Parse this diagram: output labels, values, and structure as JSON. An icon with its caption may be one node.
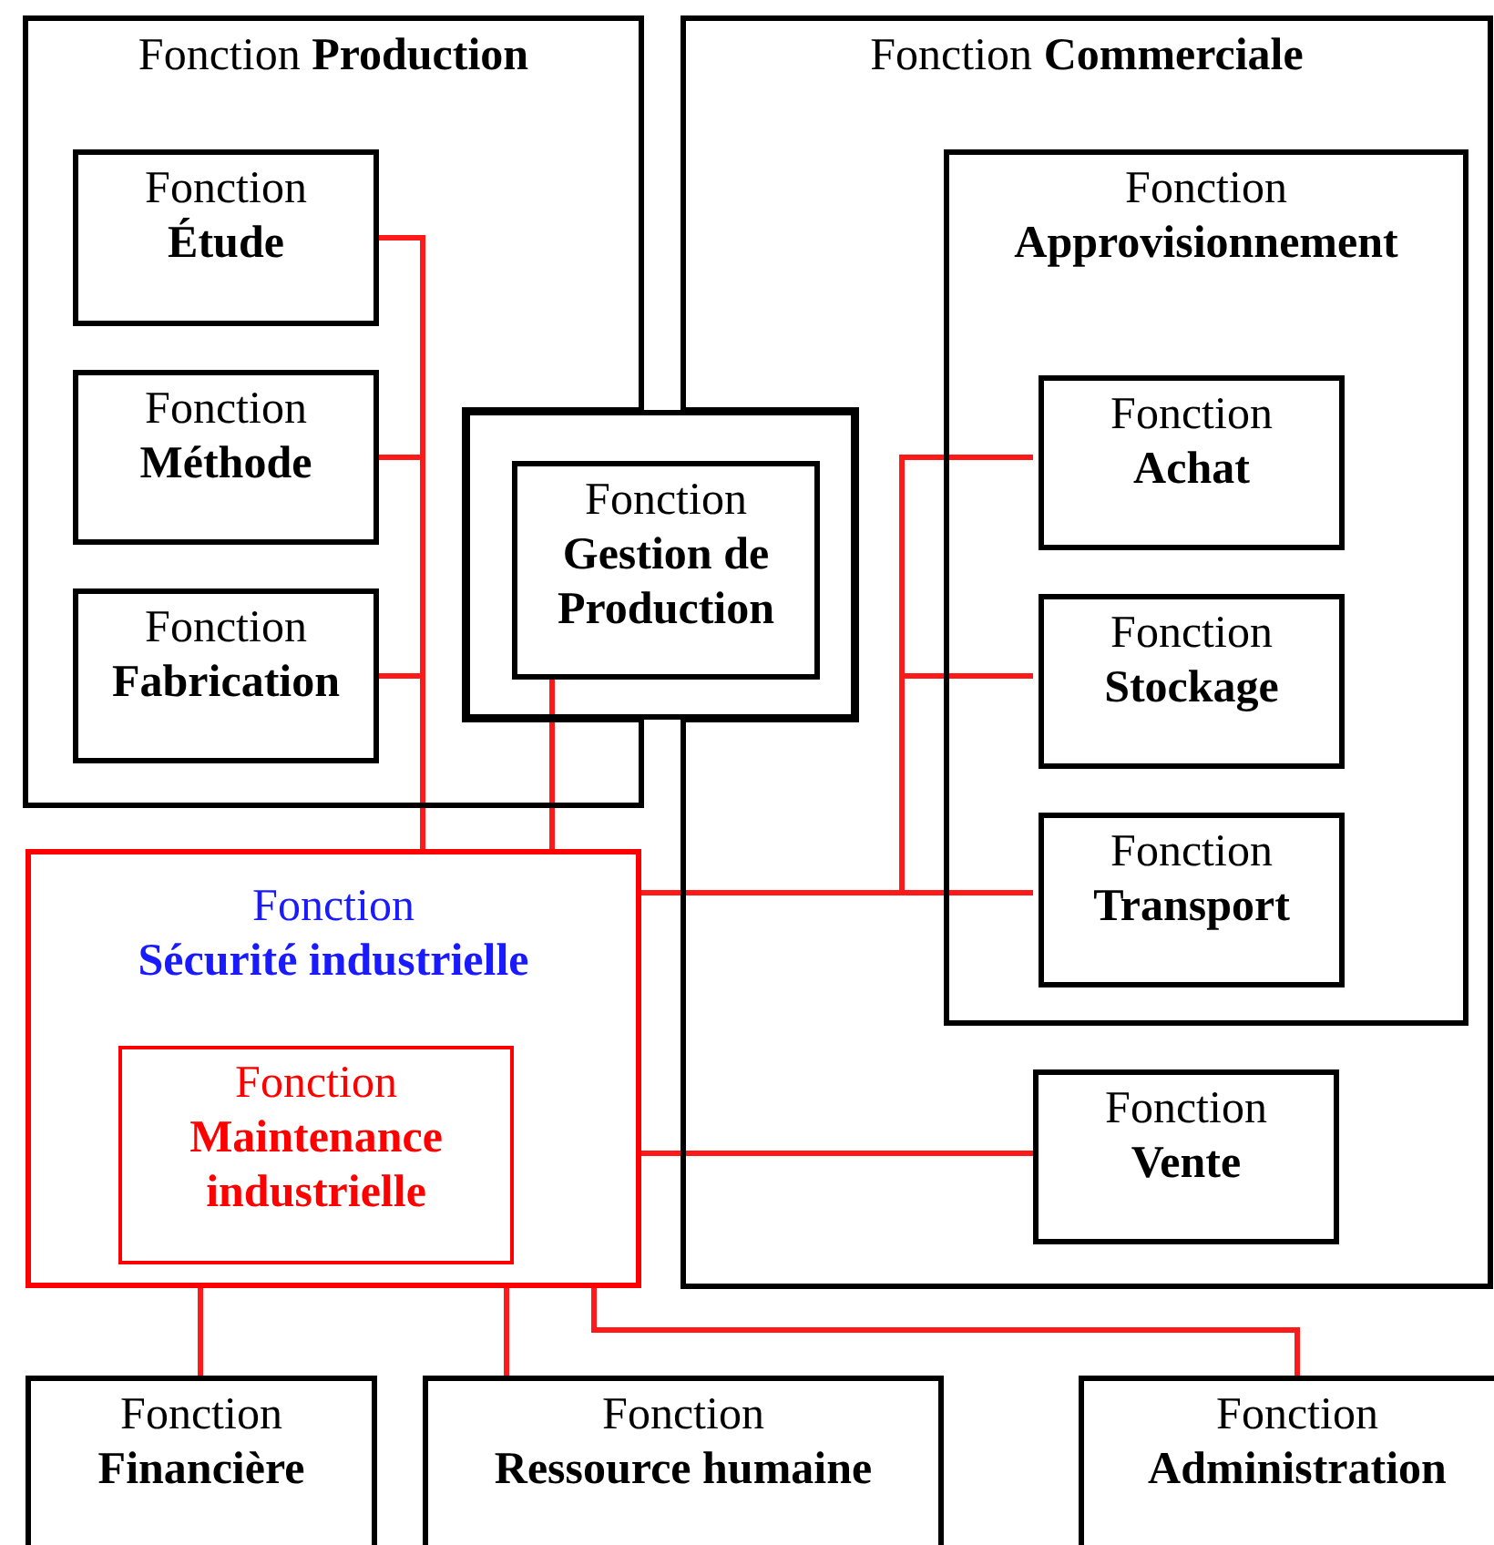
{
  "diagram": {
    "nodes": [
      {
        "text": [
          "Fonction **Production**"
        ]
      },
      {
        "text": [
          "Fonction",
          "Étude"
        ],
        "in": 0
      },
      {
        "text": [
          "Fonction",
          "Méthode"
        ],
        "in": 0
      },
      {
        "text": [
          "Fonction",
          "Fabrication"
        ],
        "in": 0
      },
      {
        "text": [],
        "shape": "box"
      },
      {
        "text": [
          "Fonction",
          "Gestion de Production"
        ],
        "in": 4
      },
      {
        "text": [
          "Fonction **Commerciale**"
        ]
      },
      {
        "text": [
          "Fonction",
          "Approvisionnement"
        ],
        "in": 6
      },
      {
        "text": [
          "Fonction",
          "Achat"
        ],
        "in": 7
      },
      {
        "text": [
          "Fonction",
          "Stockage"
        ],
        "in": 7
      },
      {
        "text": [
          "Fonction",
          "Transport"
        ],
        "in": 7
      },
      {
        "text": [
          "Fonction",
          "Vente"
        ],
        "in": 6
      },
      {
        "text": [
          "Fonction",
          "Sécurité industrielle"
        ]
      },
      {
        "text": [
          "Fonction",
          "Maintenance industrielle"
        ],
        "in": 12
      },
      {
        "text": [
          "Fonction",
          "Financière"
        ]
      },
      {
        "text": [
          "Fonction",
          "Ressource humaine"
        ]
      },
      {
        "text": [
          "Fonction",
          "Administration"
        ]
      }
    ],
    "edges": [
      {
        "from": 1,
        "to": 12,
        "arrow": "none"
      },
      {
        "from": 2,
        "to": 12,
        "arrow": "none"
      },
      {
        "from": 3,
        "to": 12,
        "arrow": "none"
      },
      {
        "from": 5,
        "to": 12,
        "arrow": "none"
      },
      {
        "from": 8,
        "to": 12,
        "arrow": "none"
      },
      {
        "from": 9,
        "to": 12,
        "arrow": "none"
      },
      {
        "from": 10,
        "to": 12,
        "arrow": "none"
      },
      {
        "from": 11,
        "to": 12,
        "arrow": "none"
      },
      {
        "from": 12,
        "to": 14,
        "arrow": "none"
      },
      {
        "from": 12,
        "to": 15,
        "arrow": "none"
      },
      {
        "from": 12,
        "to": 16,
        "arrow": "none"
      }
    ]
  }
}
